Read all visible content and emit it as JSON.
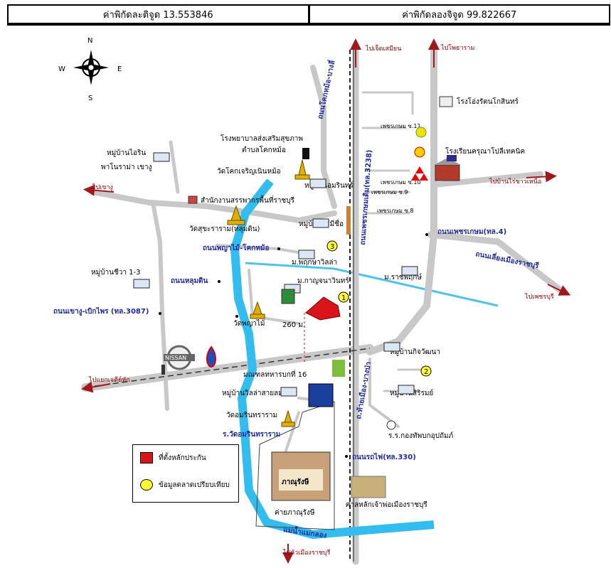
{
  "header": {
    "latitude_label": "ค่าพิกัดละติจูด 13.553846",
    "longitude_label": "ค่าพิกัดลองจิจูด 99.822667"
  },
  "compass": {
    "n": "N",
    "s": "S",
    "e": "E",
    "w": "W"
  },
  "directions": {
    "to_jet_samian": "ไปเจ็ดเสมียน",
    "to_photharam": "ไปโพธาราม",
    "to_chao_khao": "ไปเขางู",
    "to_ban_rai_chao_nuea": "ไปบ้านไร่ชาวเหนือ",
    "to_phetchaburi": "ไปเพชรบุรี",
    "to_khuean_pattani": "ไปแยกเจดีย์หัก",
    "to_mueang_ratchaburi": "ไปตัวเมืองราชบุรี"
  },
  "roads": {
    "khok_mo_road": "ถนนโคกหม้อ-บางลี่",
    "phet_kasem_old": "ถนนเพชรเกษมเดิม(ทล.3238)",
    "phet_kasem_4": "ถนนเพชรเกษม(ทล.4)",
    "bypass": "ถนนเลี่ยงเมืองราชบุรี",
    "phraya_mai_khok_mo": "ถนนพญาไม้-โคกหม้อ",
    "hom_din": "ถนนหลุมดิน",
    "chao_ngu_bik_phrai": "ถนนเขางู-เบิกไพร (ทล.3087)",
    "rot_fai": "ถนนรถไฟ(ทล.330)",
    "wat_amarin": "ร.วัดอมรินทราราม",
    "rang_mueang": "ถ.ท้ายเมือง-บางป่า",
    "mae_klong_river": "แม่น้ำแม่กลอง"
  },
  "places": {
    "rong_rong_ruean": "โรงโอ่งรัตนโกสินทร์",
    "hospital": "โรงพยาบาลส่งเสริมสุขภาพ",
    "hospital_sub": "ตำบลโคกหม้อ",
    "wat_khok_charoen": "วัดโคกเจริญเนินหม้อ",
    "ban_sairin": "หมู่บ้านไอริน",
    "ban_sairin_sub": "พาโนราม่า เขางู",
    "land_office": "สำนักงานสรรพากรพื้นที่ราชบุรี",
    "ban_amarin": "หมู่บ้านอมรินทร์",
    "tech_school": "โรงเรียนครุณาโปลีเทคนิค",
    "wat_sutharam": "วัดสุขะราราม(หลุมดิน)",
    "ban_mai_mi": "หมู่บ้านไม่มีชื่อ",
    "ban_chiwa": "หมู่บ้านชีวา 1-3",
    "ban_phrueksa": "ม.พฤกษาวิลล่า",
    "rachaphruek": "ม.ราชพฤกษ์",
    "kanchana": "ม.กาญจนาวินทร์",
    "wat_phaya_mai": "วัดพญาไม้",
    "distance": "260 ม.",
    "ban_kit": "หมู่บ้านกิจวัฒนา",
    "military": "มณฑลทหารบกที่ 16",
    "ban_villa": "หมู่บ้านวิลล่าสายลม",
    "ban_sirirom": "หมู่บ้านสิริรมย์",
    "wat_amarin_temple": "วัดอมรินทราราม",
    "school_kong": "ร.ร.กองทัพบกอุปถัมภ์",
    "camp": "ค่ายภาณุรังษี",
    "shrine": "ศาลหลักเจ้าพ่อเมืองราชบุรี",
    "sign_text": "ภาณุรังษี",
    "brand_nissan": "NISSAN",
    "km_marker_1": "เพชรเกษม ซ.11",
    "km_marker_2": "เพชรเกษม ซ.10",
    "km_marker_3": "เพชรเกษม ซ.9",
    "km_marker_4": "เพชรเกษม ซ.8",
    "marker_1": "1",
    "marker_2": "2",
    "marker_3": "3"
  },
  "legend": {
    "site": "ที่ตั้งหลักประกัน",
    "comparison": "ข้อมูลตลาดเปรียบเทียบ"
  },
  "colors": {
    "river": "#33bdee",
    "canal": "#4fc3e8",
    "road": "#c8c8c8",
    "rail": "#222222",
    "arrow": "#a0181c",
    "site": "#d9141b",
    "marker": "#ffff33",
    "temple": "#e0b000"
  }
}
